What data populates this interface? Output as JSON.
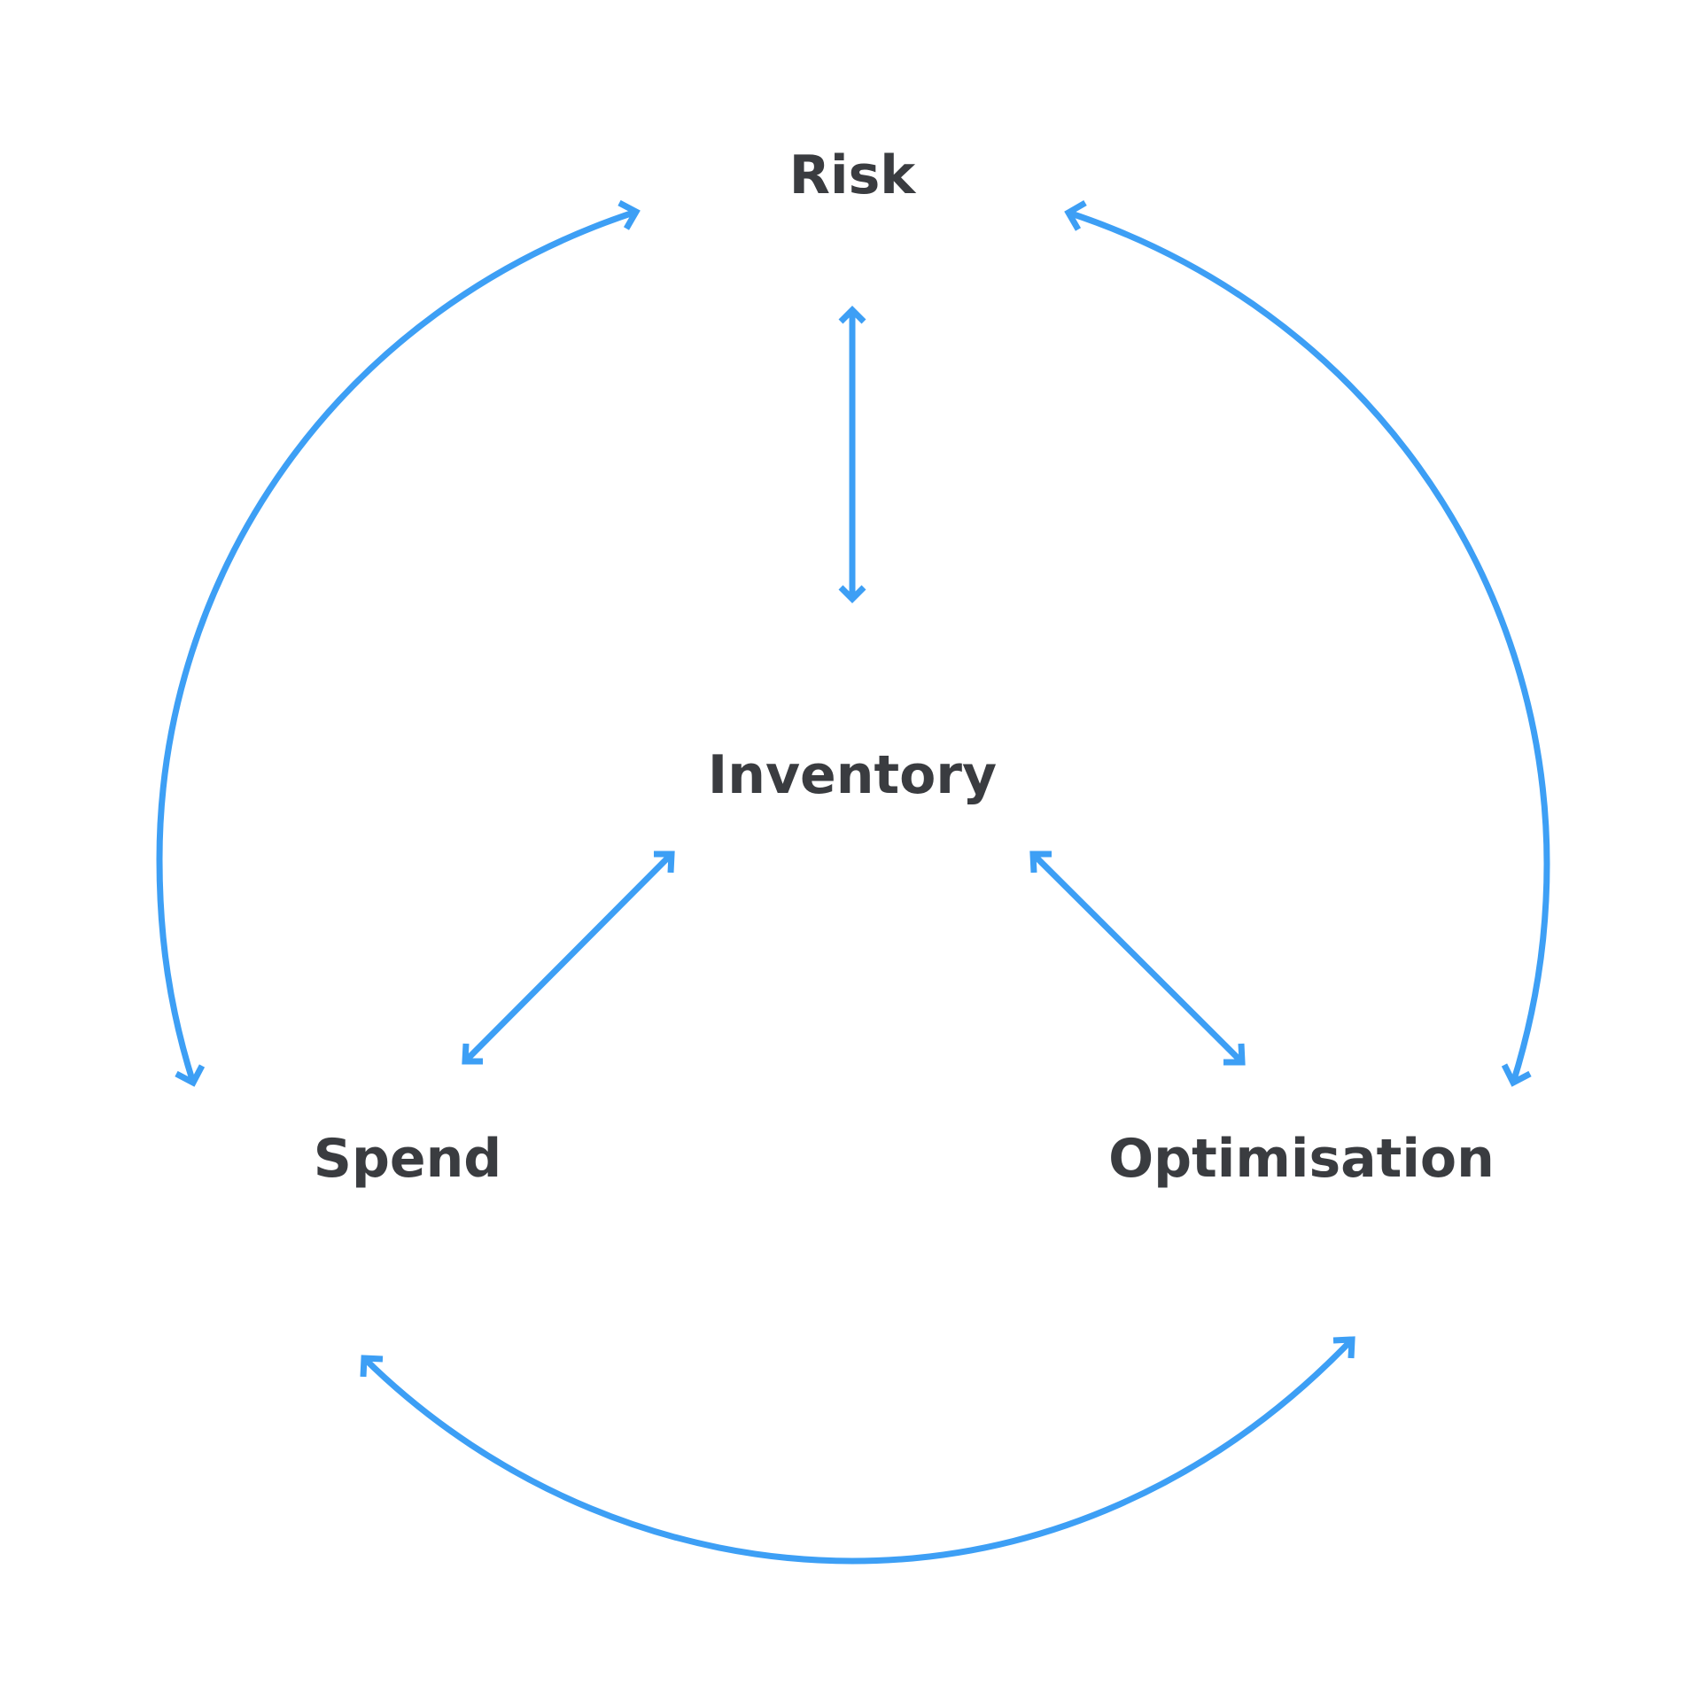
{
  "colors": {
    "arrow": "#3d9ff5",
    "label": "#3a3c40",
    "background": "#ffffff"
  },
  "nodes": {
    "risk": "Risk",
    "inventory": "Inventory",
    "spend": "Spend",
    "optimisation": "Optimisation"
  },
  "edges": [
    {
      "from": "risk",
      "to": "inventory",
      "style": "straight",
      "direction": "bidirectional"
    },
    {
      "from": "inventory",
      "to": "spend",
      "style": "straight",
      "direction": "bidirectional"
    },
    {
      "from": "inventory",
      "to": "optimisation",
      "style": "straight",
      "direction": "bidirectional"
    },
    {
      "from": "risk",
      "to": "spend",
      "style": "curved",
      "direction": "bidirectional"
    },
    {
      "from": "risk",
      "to": "optimisation",
      "style": "curved",
      "direction": "bidirectional"
    },
    {
      "from": "spend",
      "to": "optimisation",
      "style": "curved",
      "direction": "bidirectional"
    }
  ]
}
